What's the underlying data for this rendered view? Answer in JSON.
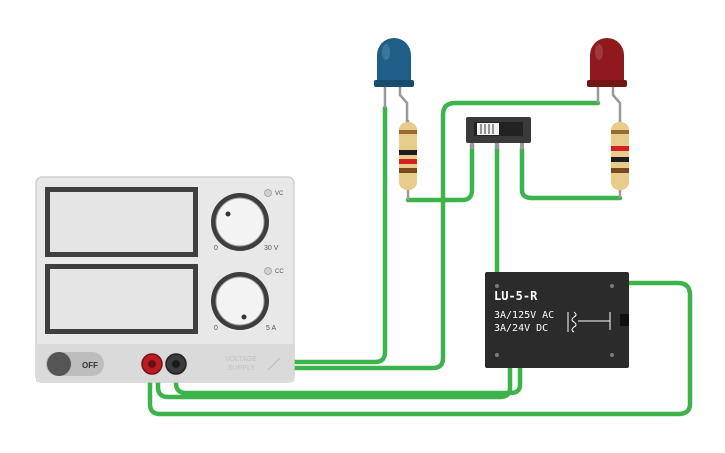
{
  "power_supply": {
    "voltage_max_label": "30 V",
    "voltage_min_label": "0",
    "current_max_label": "5 A",
    "current_min_label": "0",
    "vc_indicator_label": "VC",
    "cc_indicator_label": "CC",
    "power_switch_label": "OFF",
    "brand_label_line1": "VOLTAGE",
    "brand_label_line2": "SUPPLY",
    "terminal_positive_color": "#b81d24",
    "terminal_negative_color": "#3c3c3c"
  },
  "relay": {
    "model": "LU-5-R",
    "rating_ac": "3A/125V AC",
    "rating_dc": "3A/24V  DC"
  },
  "leds": [
    {
      "name": "blue-led",
      "color": "#1f5e86"
    },
    {
      "name": "red-led",
      "color": "#8e1a1e"
    }
  ],
  "colors": {
    "wire": "#3cb44b",
    "panel": "#e6e6e6",
    "relay_body": "#2b2b2b"
  }
}
